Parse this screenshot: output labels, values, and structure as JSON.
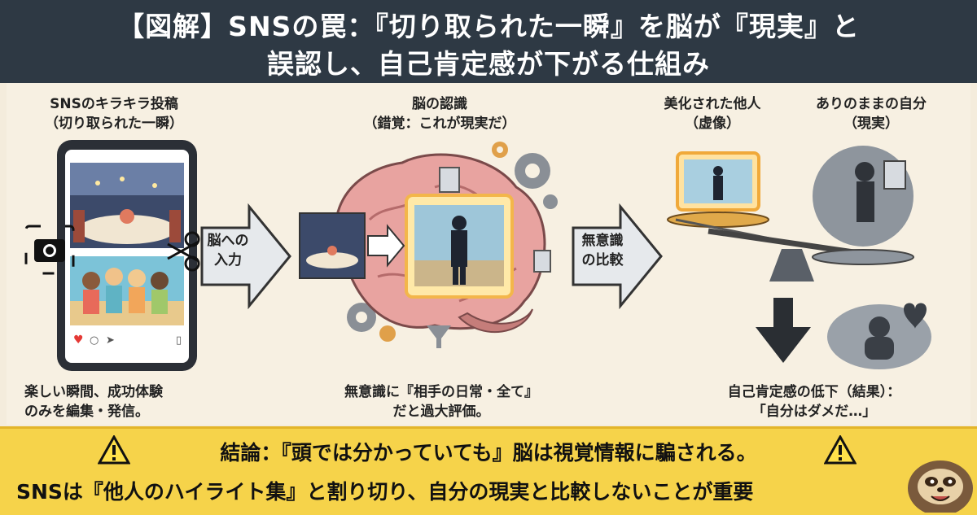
{
  "header": {
    "line1": "【図解】SNSの罠：『切り取られた一瞬』を脳が『現実』と",
    "line2": "誤認し、自己肯定感が下がる仕組み"
  },
  "left": {
    "title_line1": "SNSのキラキラ投稿",
    "title_line2": "（切り取られた一瞬）",
    "note_line1": "楽しい瞬間、成功体験",
    "note_line2": "のみを編集・発信。"
  },
  "arrow1": {
    "line1": "脳への",
    "line2": "入力"
  },
  "center": {
    "title_line1": "脳の認識",
    "title_line2": "（錯覚：これが現実だ）",
    "note_line1": "無意識に『相手の日常・全て』",
    "note_line2": "だと過大評価。"
  },
  "arrow2": {
    "line1": "無意識",
    "line2": "の比較"
  },
  "right": {
    "others_line1": "美化された他人",
    "others_line2": "（虚像）",
    "self_line1": "ありのままの自分",
    "self_line2": "（現実）",
    "result_line1": "自己肯定感の低下（結果）：",
    "result_line2": "「自分はダメだ…」"
  },
  "conclusion": {
    "line1": "結論：『頭では分かっていても』脳は視覚情報に騙される。",
    "line2": "SNSは『他人のハイライト集』と割り切り、自分の現実と比較しないことが重要"
  },
  "colors": {
    "header_bg": "#2e3944",
    "banner_bg": "#f6d34a",
    "arrow_fill": "#e6e9ec",
    "brain_pink": "#e8a3a0"
  }
}
